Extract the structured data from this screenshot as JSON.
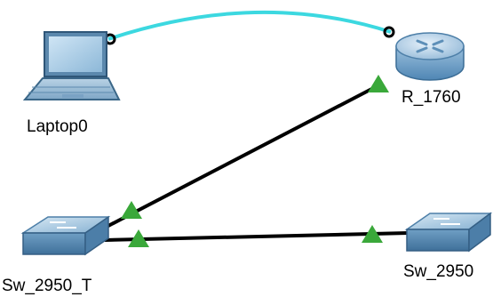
{
  "workspace": {
    "background": "#ffffff"
  },
  "devices": [
    {
      "id": "laptop0",
      "type": "laptop",
      "icon": "laptop-icon",
      "label": "Laptop0"
    },
    {
      "id": "r1760",
      "type": "router",
      "icon": "router-icon",
      "label": "R_1760"
    },
    {
      "id": "sw2950t",
      "type": "switch",
      "icon": "switch-icon",
      "label": "Sw_2950_T"
    },
    {
      "id": "sw2950",
      "type": "switch",
      "icon": "switch-icon",
      "label": "Sw_2950"
    }
  ],
  "links": [
    {
      "from": "laptop0",
      "to": "r1760",
      "cable": "console",
      "color": "#3cd8e0"
    },
    {
      "from": "r1760",
      "to": "sw2950t",
      "cable": "straight-through",
      "color": "#000000",
      "status": "up"
    },
    {
      "from": "sw2950t",
      "to": "sw2950",
      "cable": "straight-through",
      "color": "#000000",
      "status": "up"
    }
  ],
  "colors": {
    "link_up_indicator": "#3aa83a",
    "console_cable": "#3cd8e0",
    "ethernet_cable": "#000000"
  }
}
